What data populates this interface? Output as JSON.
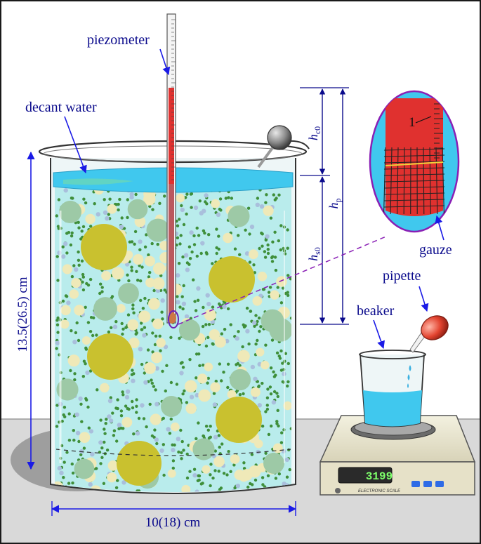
{
  "labels": {
    "piezometer": "piezometer",
    "decant_water": "decant water",
    "gauze": "gauze",
    "pipette": "pipette",
    "beaker": "beaker",
    "height_dimension": "13.5(26.5) cm",
    "width_dimension": "10(18) cm",
    "h_c0": "h",
    "h_c0_sub": "c0",
    "h_s0": "h",
    "h_s0_sub": "s0",
    "h_p": "h",
    "h_p_sub": "p",
    "inset_mark": "1",
    "scale_reading": "3199",
    "scale_brand": "ELECTRONIC SCALE"
  },
  "colors": {
    "label_text": "#0a0a8c",
    "annotation_arrow": "#1a1ae6",
    "slurry": "#b9ecec",
    "water": "#40c8ee",
    "large_particle": "#c9c12f",
    "medium_particle": "#9dc9a6",
    "small_particle": "#efe9b8",
    "fine_particle": "#3f8f3a",
    "piezometer_red": "#e0312f",
    "inset_border": "#8a1fb5",
    "inset_bg": "#40c8ee",
    "display_bg": "#2a2a2a",
    "display_digits": "#7dff6a",
    "scale_button": "#2e6be6"
  }
}
